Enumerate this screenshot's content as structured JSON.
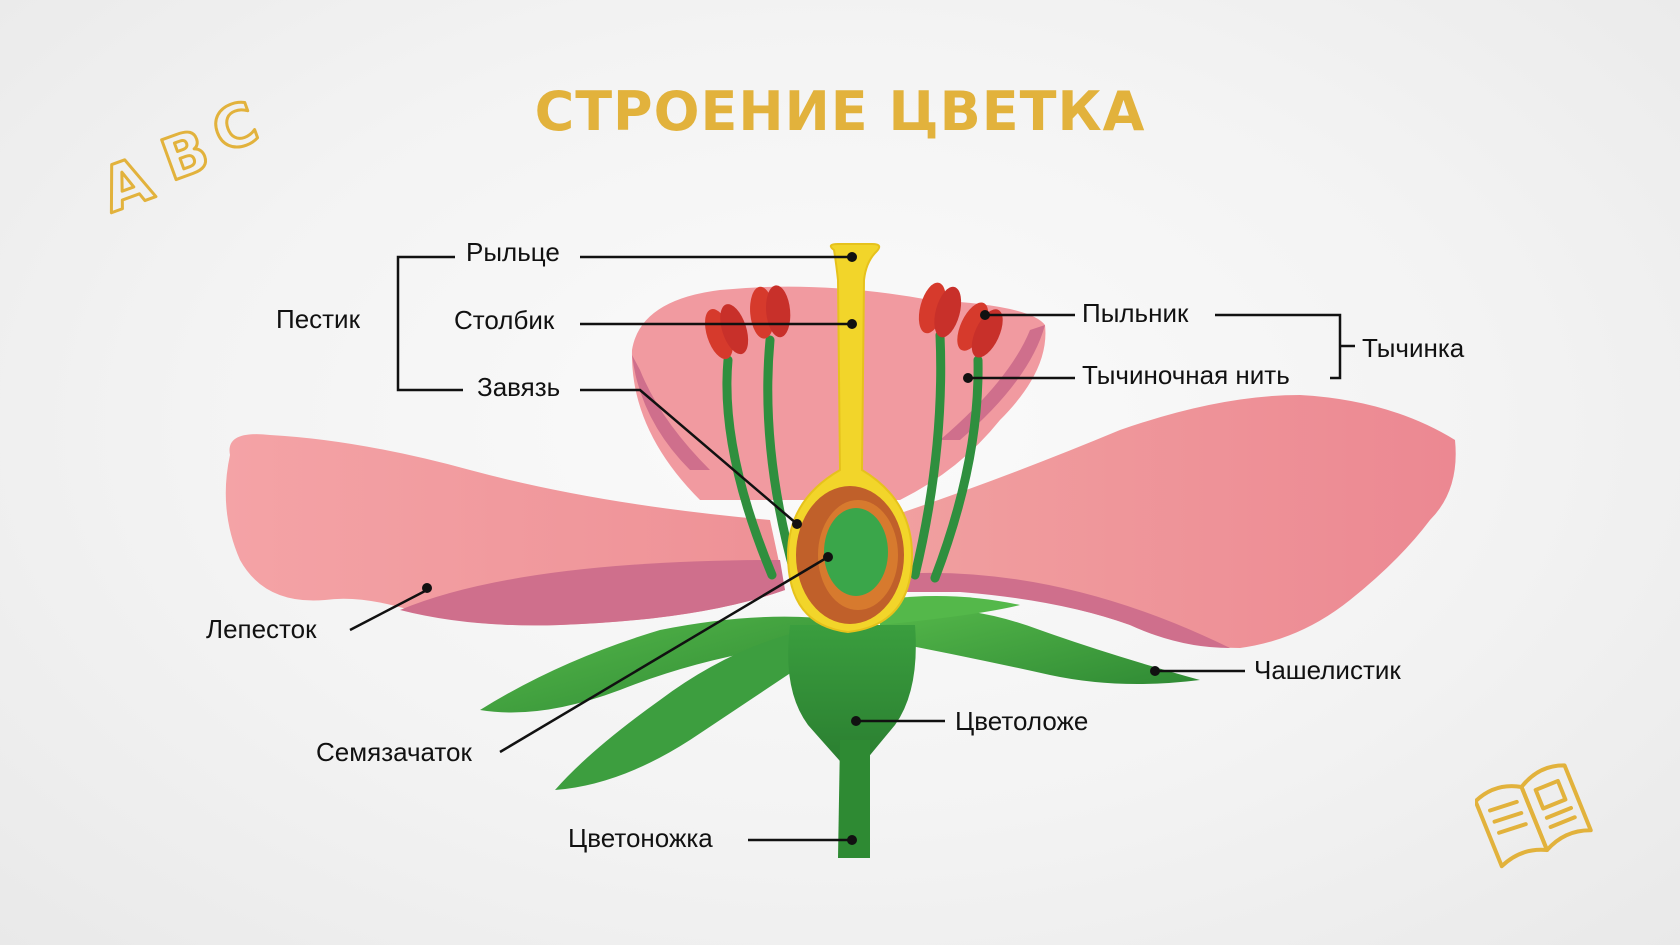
{
  "title": "СТРОЕНИЕ ЦВЕТКА",
  "labels": {
    "stigma": "Рыльце",
    "style": "Столбик",
    "ovary": "Завязь",
    "pistil": "Пестик",
    "anther": "Пыльник",
    "filament": "Тычиночная нить",
    "stamen": "Тычинка",
    "petal": "Лепесток",
    "sepal": "Чашелистик",
    "receptacle": "Цветоложе",
    "ovule": "Семязачаток",
    "pedicel": "Цветоножка"
  },
  "decorations": {
    "abc": "A B C",
    "book_icon": "book-icon"
  },
  "colors": {
    "title": "#e2b23c",
    "petal": "#ef9a9e",
    "petal_shadow": "#cf6f8c",
    "pistil": "#f2d52a",
    "ovary_wall": "#c0602a",
    "ovule": "#3aa64a",
    "leaf": "#3c9b3c",
    "anther": "#d63a2c",
    "filament": "#2f8f3e"
  }
}
